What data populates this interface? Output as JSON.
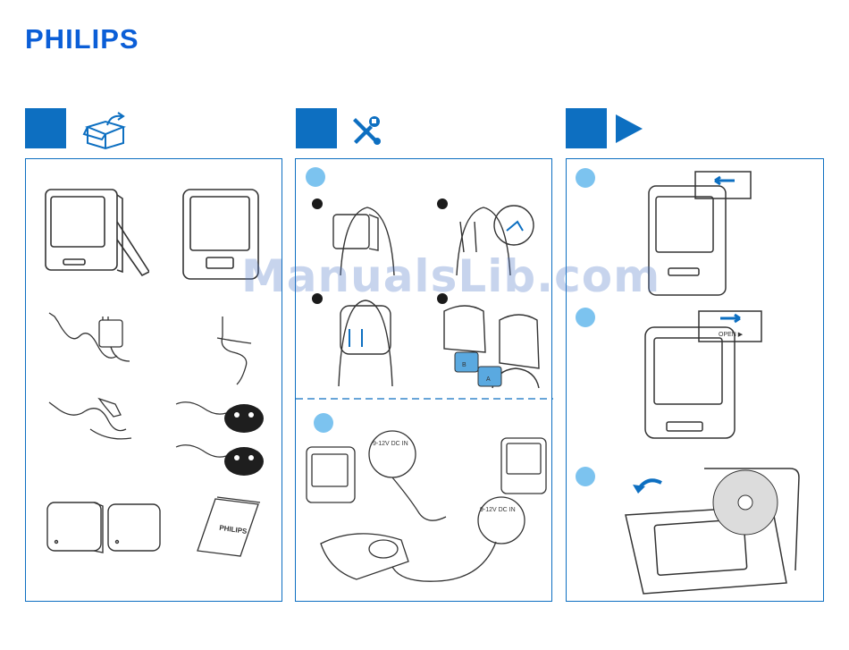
{
  "brand": {
    "logo": "PHILIPS",
    "accent": "#0d6fc1",
    "badge_color": "#7cc3ef"
  },
  "steps": [
    {
      "icon": "open-box-icon"
    },
    {
      "icon": "tools-icon"
    },
    {
      "icon": "play-icon"
    }
  ],
  "panel2": {
    "jack_label_1": "9-12V DC IN",
    "jack_label_2": "9-12V DC IN",
    "strap_label_a": "A",
    "strap_label_b": "B"
  },
  "panel3": {
    "switch_label": "OPEN ▶"
  },
  "manual_cover": "PHILIPS",
  "watermark": "ManualsLib.com"
}
